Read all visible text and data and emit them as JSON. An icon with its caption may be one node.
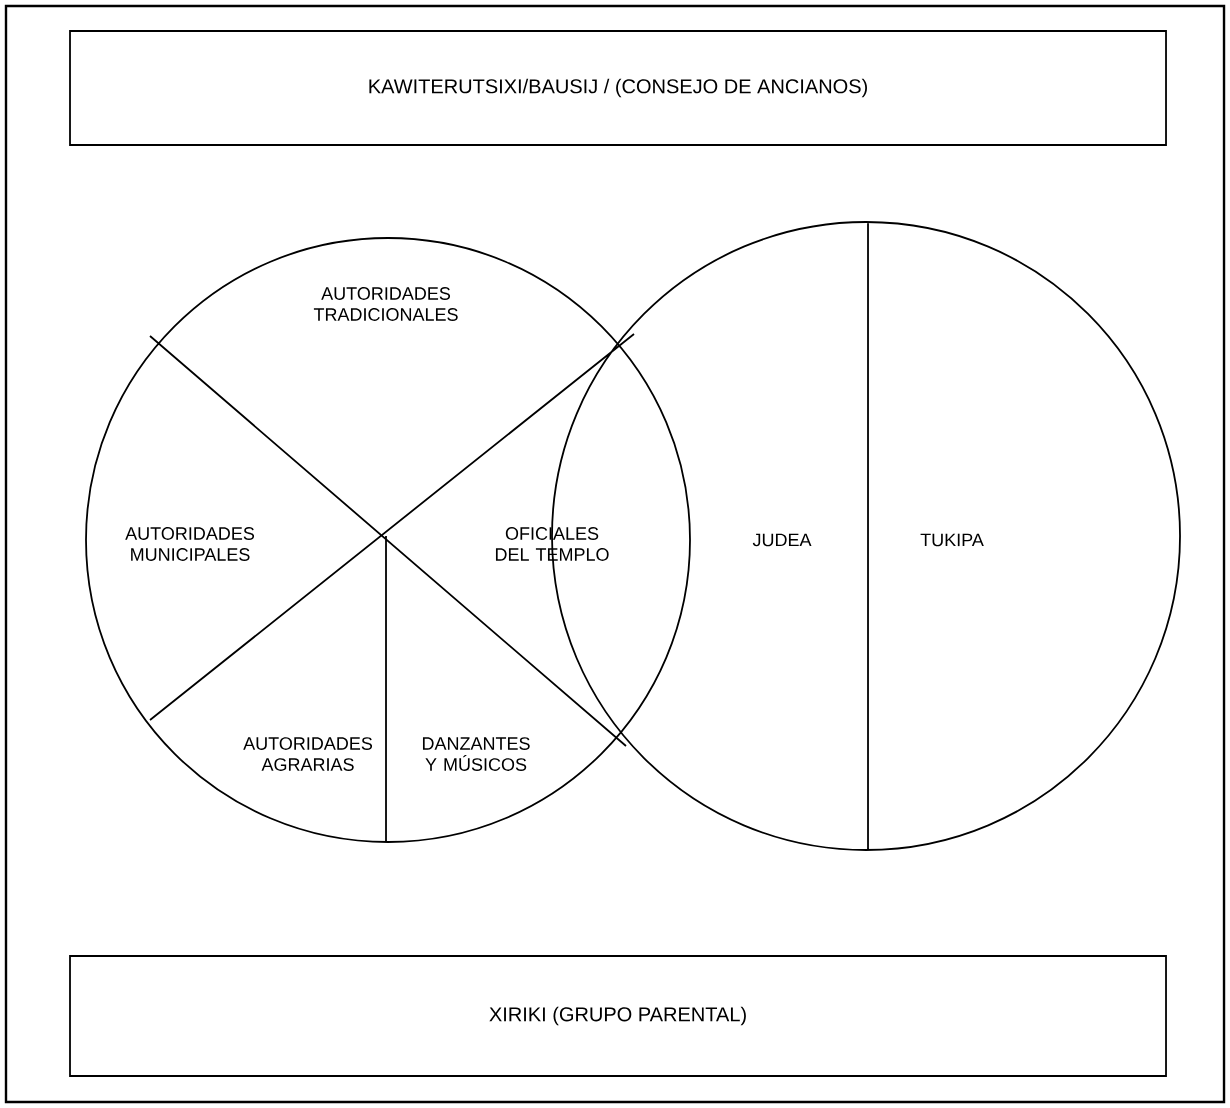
{
  "diagram": {
    "nodes": [
      {
        "text": [
          "KAWITERUTSIXI/BAUSIJ / (CONSEJO DE ANCIANOS)"
        ]
      },
      {
        "text": [
          "AUTORIDADES TRADICIONALES"
        ]
      },
      {
        "text": [
          "AUTORIDADES MUNICIPALES"
        ]
      },
      {
        "text": [
          "OFICIALES DEL TEMPLO"
        ]
      },
      {
        "text": [
          "AUTORIDADES AGRARIAS"
        ]
      },
      {
        "text": [
          "DANZANTES Y MÚSICOS"
        ]
      },
      {
        "text": [
          "JUDEA"
        ]
      },
      {
        "text": [
          "TUKIPA"
        ]
      },
      {
        "text": [
          "XIRIKI (GRUPO PARENTAL)"
        ]
      }
    ]
  }
}
